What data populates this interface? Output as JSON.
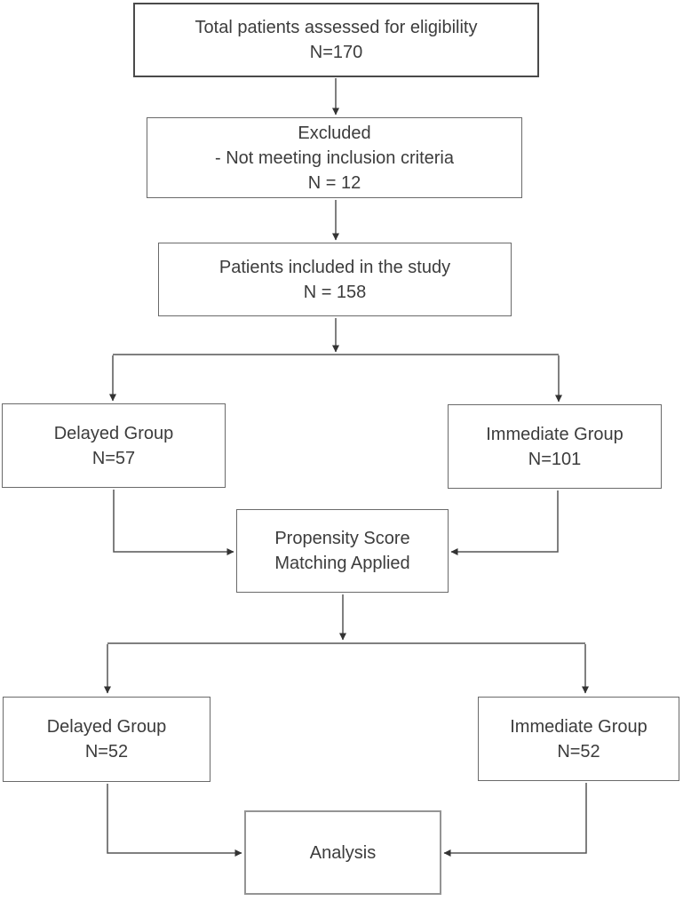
{
  "diagram": {
    "type": "flowchart",
    "description": "Patient enrollment flow diagram with propensity score matching",
    "nodes": {
      "eligibility": {
        "lines": [
          "Total patients assessed for eligibility",
          "N=170"
        ]
      },
      "excluded": {
        "lines": [
          "Excluded",
          "- Not meeting inclusion criteria",
          "N = 12"
        ]
      },
      "included": {
        "lines": [
          "Patients included in the study",
          "N = 158"
        ]
      },
      "delayed_pre": {
        "lines": [
          "Delayed Group",
          "N=57"
        ]
      },
      "immediate_pre": {
        "lines": [
          "Immediate Group",
          "N=101"
        ]
      },
      "psm": {
        "lines": [
          "Propensity Score",
          "Matching Applied"
        ]
      },
      "delayed_post": {
        "lines": [
          "Delayed Group",
          "N=52"
        ]
      },
      "immediate_post": {
        "lines": [
          "Immediate Group",
          "N=52"
        ]
      },
      "analysis": {
        "lines": [
          "Analysis"
        ]
      }
    },
    "edges": [
      {
        "from": "eligibility",
        "to": "excluded"
      },
      {
        "from": "excluded",
        "to": "included"
      },
      {
        "from": "included",
        "to": "delayed_pre"
      },
      {
        "from": "included",
        "to": "immediate_pre"
      },
      {
        "from": "delayed_pre",
        "to": "psm"
      },
      {
        "from": "immediate_pre",
        "to": "psm"
      },
      {
        "from": "psm",
        "to": "delayed_post"
      },
      {
        "from": "psm",
        "to": "immediate_post"
      },
      {
        "from": "delayed_post",
        "to": "analysis"
      },
      {
        "from": "immediate_post",
        "to": "analysis"
      }
    ],
    "colors": {
      "background": "#ffffff",
      "box_border": "#6a6a6a",
      "line": "#555555",
      "arrowhead": "#333333",
      "text": "#3c3c3c"
    }
  }
}
